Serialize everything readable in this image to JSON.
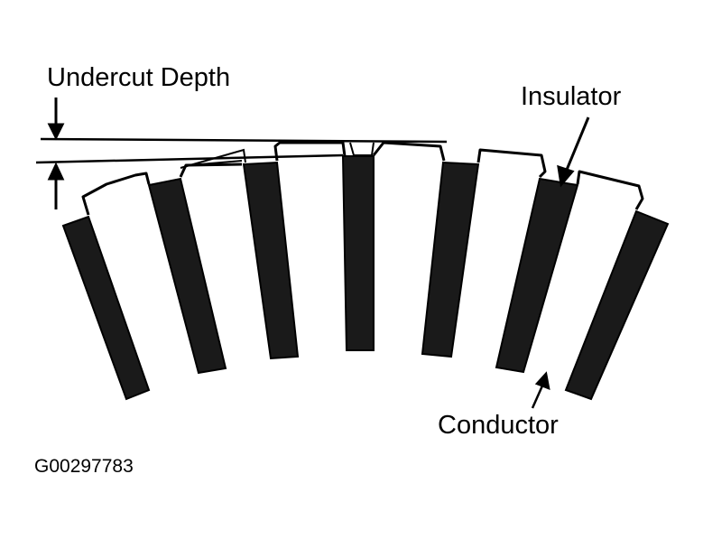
{
  "labels": {
    "undercut_depth": "Undercut Depth",
    "insulator": "Insulator",
    "conductor": "Conductor",
    "figure_id": "G00297783"
  },
  "colors": {
    "ink": "#000000",
    "conductor_fill": "#1a1a1a",
    "background": "#ffffff"
  }
}
